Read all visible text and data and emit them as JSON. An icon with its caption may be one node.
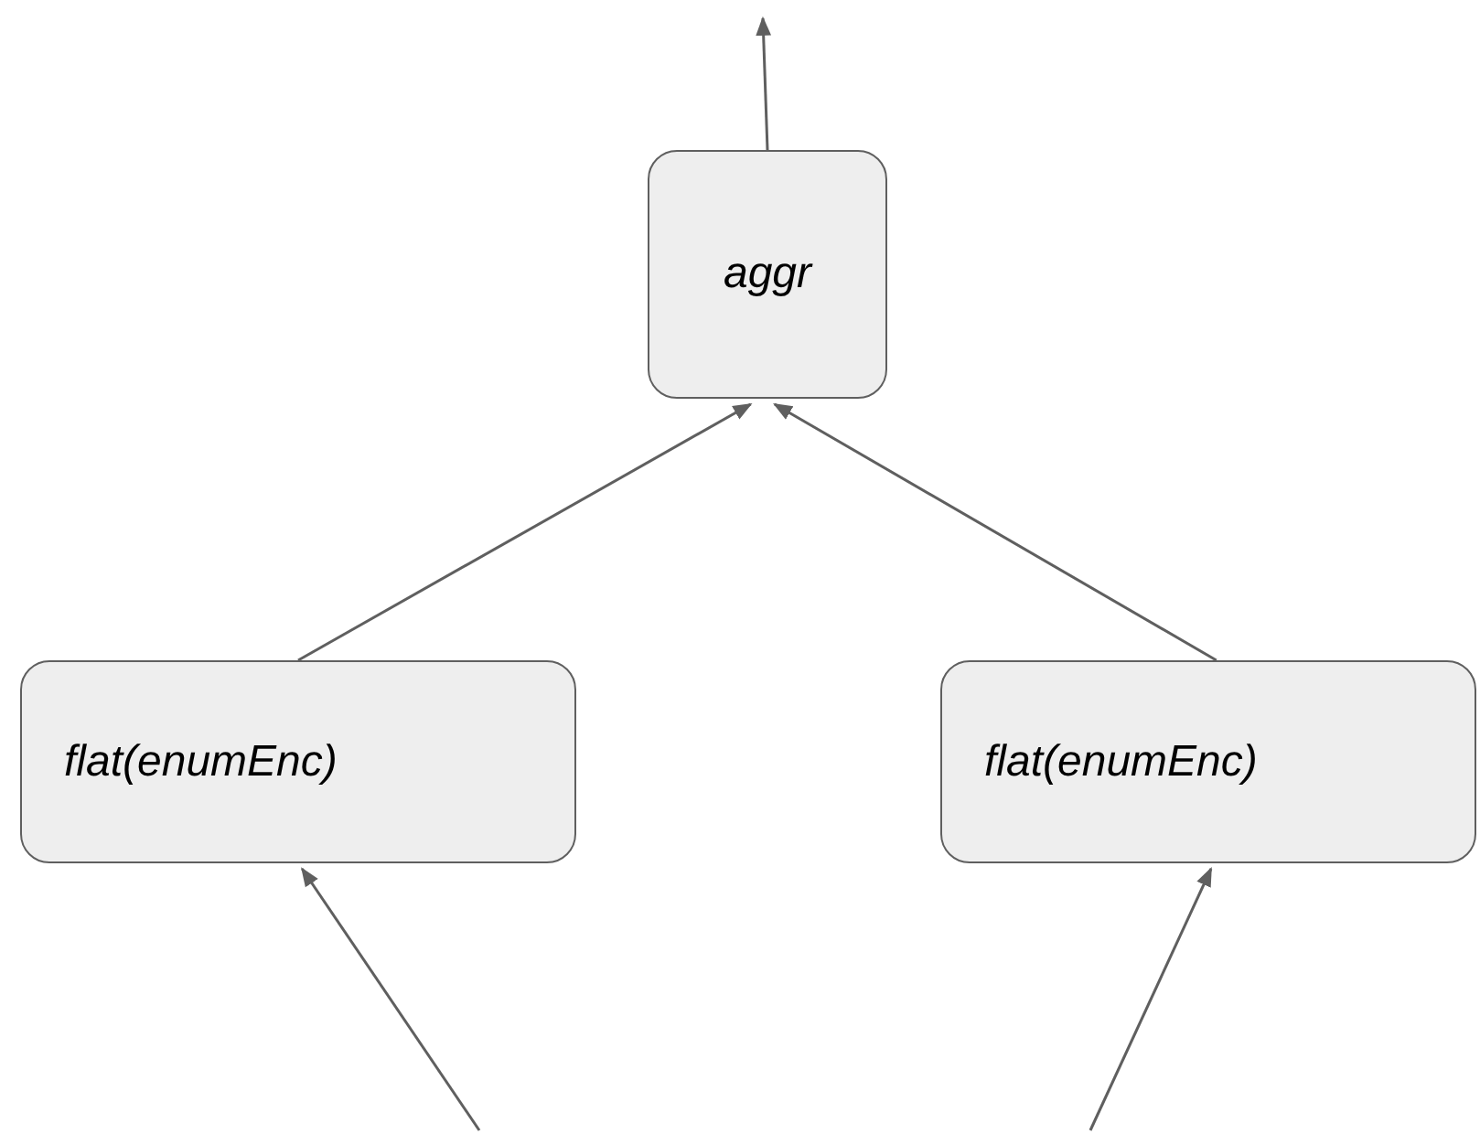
{
  "diagram": {
    "nodes": [
      {
        "text": [
          "aggr"
        ]
      },
      {
        "text": [
          "flat(enumEnc)"
        ]
      },
      {
        "text": [
          "flat(enumEnc)"
        ]
      }
    ],
    "edges": [
      {
        "from": 0,
        "to": null,
        "arrow": "to"
      },
      {
        "from": 1,
        "to": 0,
        "arrow": "to"
      },
      {
        "from": 2,
        "to": 0,
        "arrow": "to"
      },
      {
        "from": null,
        "to": 1,
        "arrow": "to"
      },
      {
        "from": null,
        "to": 2,
        "arrow": "to"
      }
    ]
  }
}
